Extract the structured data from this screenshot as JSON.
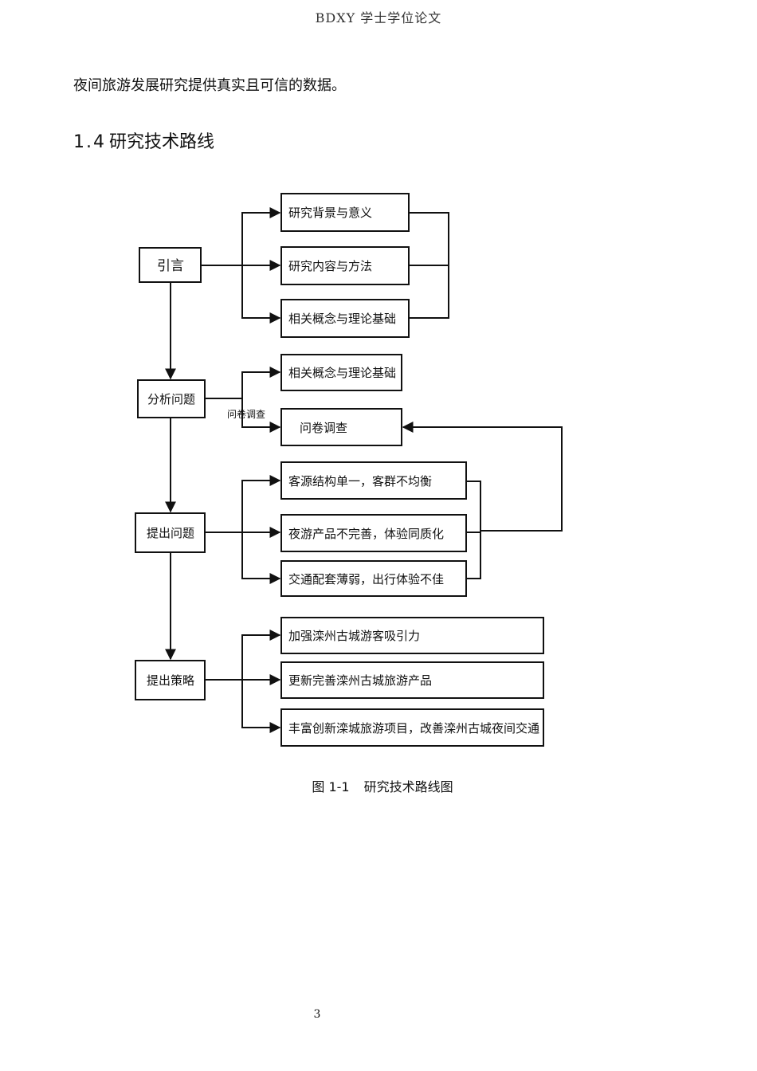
{
  "header": {
    "text": "BDXY 学士学位论文"
  },
  "paragraph": {
    "text": "夜间旅游发展研究提供真实且可信的数据。"
  },
  "section": {
    "number": "1.4",
    "title": "研究技术路线"
  },
  "flowchart": {
    "main_steps": [
      "引言",
      "分析问题",
      "提出问题",
      "提出策略"
    ],
    "intro_items": [
      "研究背景与意义",
      "研究内容与方法",
      "相关概念与理论基础"
    ],
    "analysis_items": [
      "相关概念与理论基础",
      "问卷调查"
    ],
    "analysis_edge_label": "问卷调查",
    "problem_items": [
      "客源结构单一，客群不均衡",
      "夜游产品不完善，体验同质化",
      "交通配套薄弱，出行体验不佳"
    ],
    "strategy_items": [
      "加强滦州古城游客吸引力",
      "更新完善滦州古城旅游产品",
      "丰富创新滦城旅游项目，改善滦州古城夜间交通"
    ]
  },
  "caption": {
    "figure_no": "图 1-1",
    "title": "研究技术路线图"
  },
  "page_number": "3"
}
